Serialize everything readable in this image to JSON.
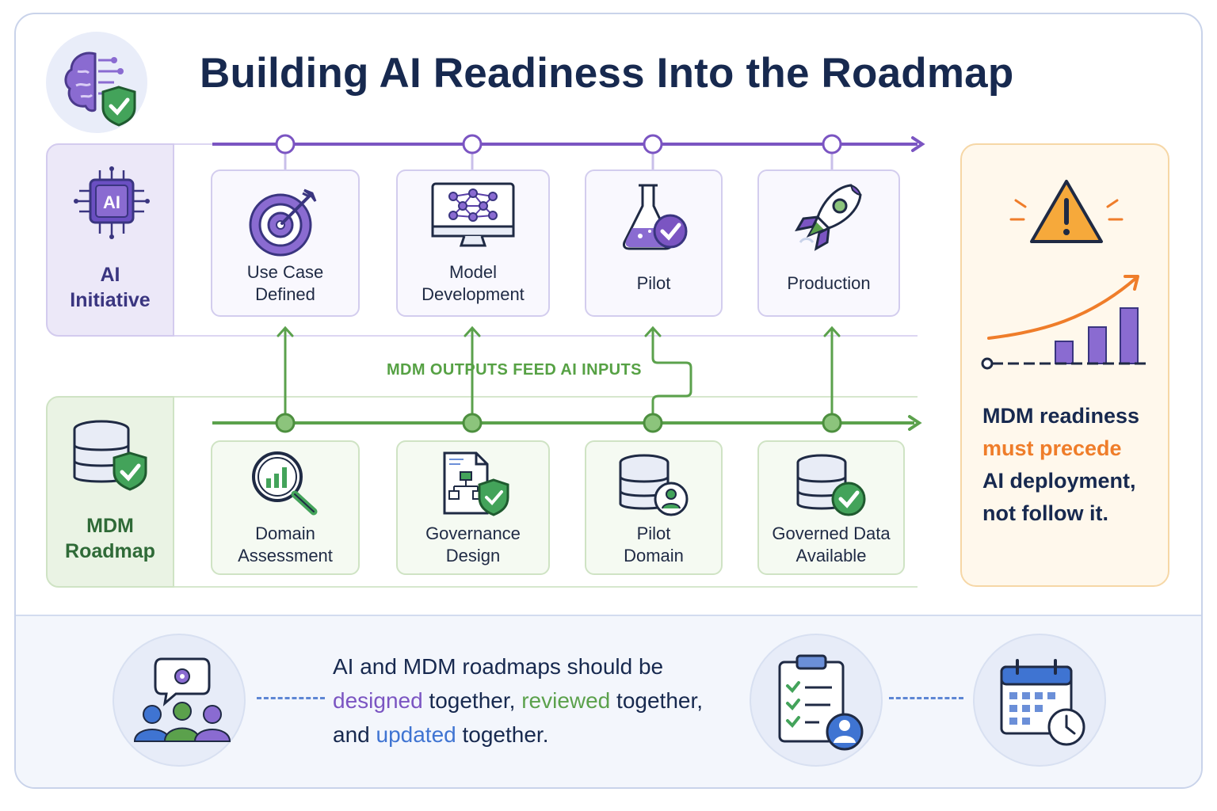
{
  "title": "Building AI Readiness Into the Roadmap",
  "colors": {
    "ai_lane": "#7b55c2",
    "mdm_lane": "#5ba14c",
    "warning": "#ef7d2a",
    "link": "#3f74d2",
    "navy": "#17294f"
  },
  "lanes": {
    "ai": {
      "label_line1": "AI",
      "label_line2": "Initiative",
      "icon": "ai-chip-icon"
    },
    "mdm": {
      "label_line1": "MDM",
      "label_line2": "Roadmap",
      "icon": "database-shield-icon"
    }
  },
  "ai_steps": [
    {
      "line1": "Use Case",
      "line2": "Defined",
      "icon": "target-icon"
    },
    {
      "line1": "Model",
      "line2": "Development",
      "icon": "monitor-network-icon"
    },
    {
      "line1": "Pilot",
      "line2": "",
      "icon": "flask-check-icon"
    },
    {
      "line1": "Production",
      "line2": "",
      "icon": "rocket-icon"
    }
  ],
  "mdm_steps": [
    {
      "line1": "Domain",
      "line2": "Assessment",
      "icon": "magnifier-chart-icon"
    },
    {
      "line1": "Governance",
      "line2": "Design",
      "icon": "document-flowchart-icon"
    },
    {
      "line1": "Pilot",
      "line2": "Domain",
      "icon": "database-user-icon"
    },
    {
      "line1": "Governed Data",
      "line2": "Available",
      "icon": "database-check-icon"
    }
  ],
  "connector_label": "MDM OUTPUTS FEED AI INPUTS",
  "callout": {
    "icon": "warning-icon",
    "chart_icon": "growth-chart-icon",
    "line1": "MDM readiness",
    "line2": "must precede",
    "line3": "AI deployment,",
    "line4": "not follow it."
  },
  "summary": {
    "line1": "AI and MDM roadmaps should be",
    "w_designed": "designed",
    "w_together1": " together, ",
    "w_reviewed": "reviewed",
    "w_together2": " together,",
    "w_and": "and ",
    "w_updated": "updated",
    "w_together3": " together.",
    "icons": [
      "team-discussion-icon",
      "checklist-user-icon",
      "calendar-clock-icon"
    ]
  }
}
